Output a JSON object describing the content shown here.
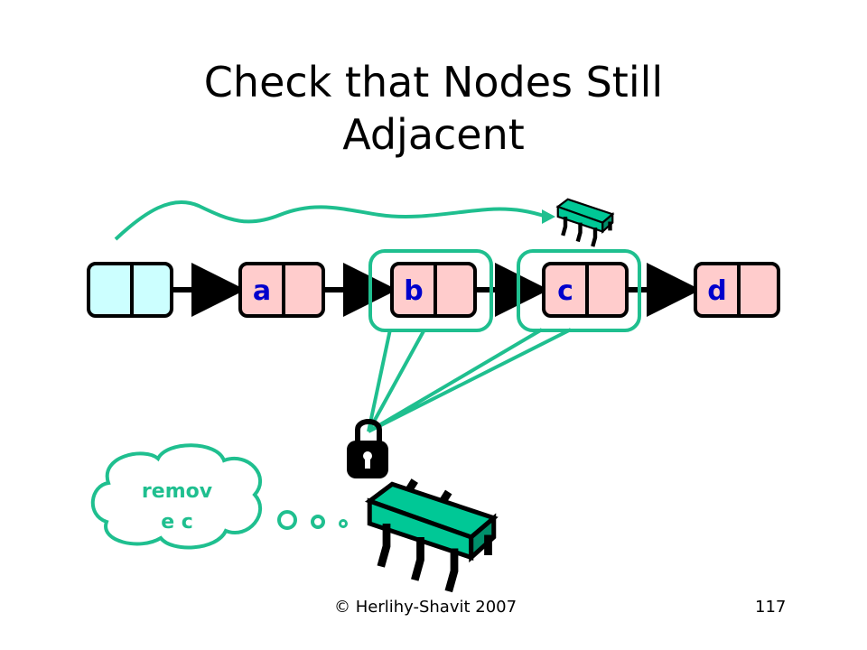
{
  "slide": {
    "title_line1": "Check that Nodes Still",
    "title_line2": "Adjacent",
    "footer_copyright": "© Herlihy-Shavit 2007",
    "footer_page": "117"
  },
  "list": {
    "nodes": [
      {
        "label": "",
        "role": "head"
      },
      {
        "label": "a"
      },
      {
        "label": "b"
      },
      {
        "label": "c"
      },
      {
        "label": "d"
      }
    ]
  },
  "thought": {
    "line1": "remov",
    "line2": "e c"
  },
  "icons": [
    "thread-bug-icon",
    "padlock-icon",
    "thought-cloud-icon"
  ],
  "colors": {
    "head_fill": "#ccffff",
    "node_fill": "#ffcccc",
    "node_stroke": "#000000",
    "label": "#0000cc",
    "accent": "#1fbf8f",
    "chip": "#00c896"
  }
}
